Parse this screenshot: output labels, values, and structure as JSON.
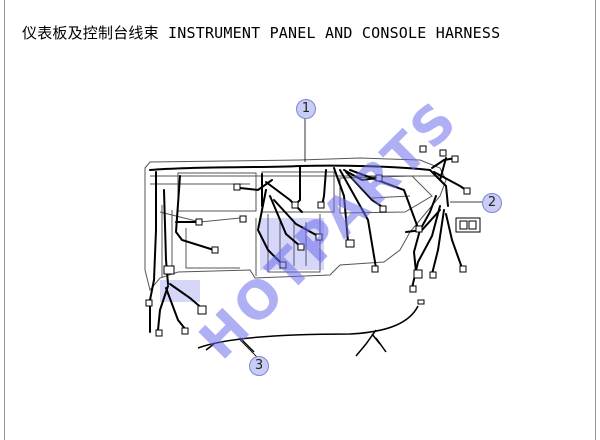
{
  "page": {
    "title": "仪表板及控制台线束 INSTRUMENT PANEL AND CONSOLE HARNESS"
  },
  "watermark": {
    "text": "HOTPARTS",
    "color": "#6e6eeb"
  },
  "callouts": [
    {
      "id": "1",
      "label": "1"
    },
    {
      "id": "2",
      "label": "2"
    },
    {
      "id": "3",
      "label": "3"
    }
  ],
  "colors": {
    "harness": "#000000",
    "panel_outline": "#555555",
    "callout_fill": "#c9cdf3",
    "highlight": "#5b5be6"
  }
}
